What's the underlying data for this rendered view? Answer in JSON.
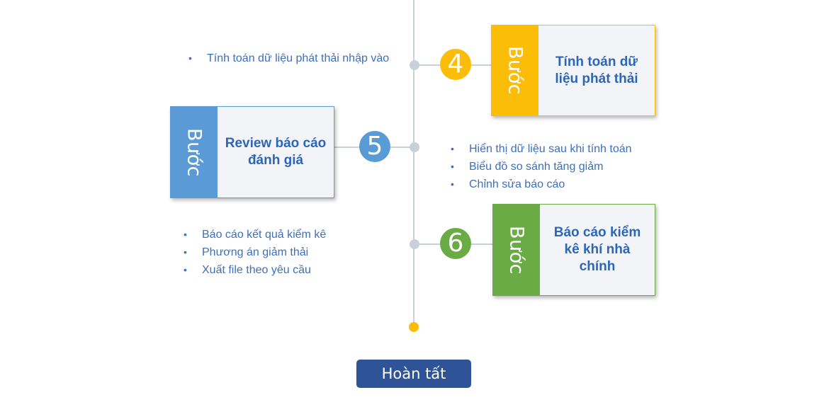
{
  "colors": {
    "step4": "#fbbd08",
    "step5": "#5b9bd5",
    "step6": "#6aab46",
    "connector": "#c9d0d8",
    "text_blue": "#2e66b7",
    "finish_button": "#2e5497"
  },
  "steps": [
    {
      "number": "4",
      "tab_label": "Bước",
      "title": "Tính toán dữ liệu phát thải",
      "bullets": [
        "Tính toán dữ liệu phát thải nhập vào"
      ]
    },
    {
      "number": "5",
      "tab_label": "Bước",
      "title": "Review báo cáo đánh giá",
      "bullets": [
        "Hiển thị dữ liệu sau khi tính toán",
        "Biểu đồ so sánh tăng giảm",
        "Chỉnh sửa báo cáo"
      ]
    },
    {
      "number": "6",
      "tab_label": "Bước",
      "title": "Báo cáo kiểm kê khí nhà chính",
      "bullets": [
        "Báo cáo kết quả kiểm kê",
        "Phương án giảm thải",
        "Xuất file theo yêu cầu"
      ]
    }
  ],
  "finish": {
    "label": "Hoàn tất"
  }
}
